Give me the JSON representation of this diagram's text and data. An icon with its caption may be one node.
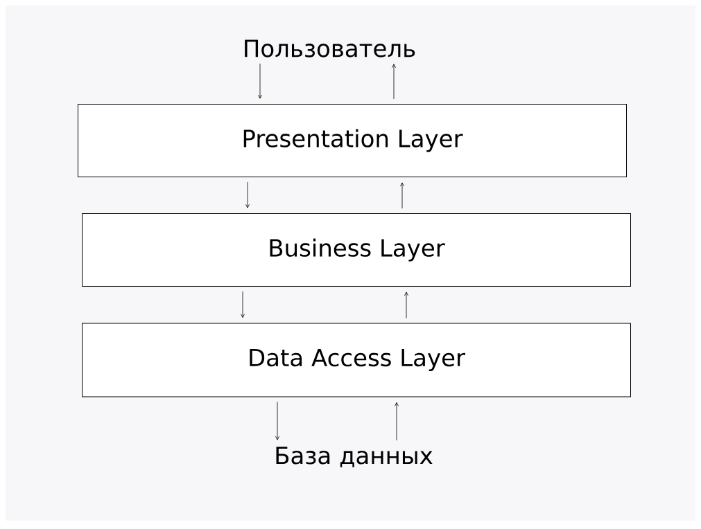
{
  "diagram": {
    "nodes": [
      {
        "text": [
          "Пользователь"
        ]
      },
      {
        "text": [
          "Presentation Layer"
        ]
      },
      {
        "text": [
          "Business Layer"
        ]
      },
      {
        "text": [
          "Data Access Layer"
        ]
      },
      {
        "text": [
          "База данных"
        ]
      }
    ],
    "edges": [
      {
        "from": 0,
        "to": 1,
        "arrow": "to"
      },
      {
        "from": 1,
        "to": 0,
        "arrow": "to"
      },
      {
        "from": 1,
        "to": 2,
        "arrow": "to"
      },
      {
        "from": 2,
        "to": 1,
        "arrow": "to"
      },
      {
        "from": 2,
        "to": 3,
        "arrow": "to"
      },
      {
        "from": 3,
        "to": 2,
        "arrow": "to"
      },
      {
        "from": 3,
        "to": 4,
        "arrow": "to"
      },
      {
        "from": 4,
        "to": 3,
        "arrow": "to"
      }
    ]
  }
}
